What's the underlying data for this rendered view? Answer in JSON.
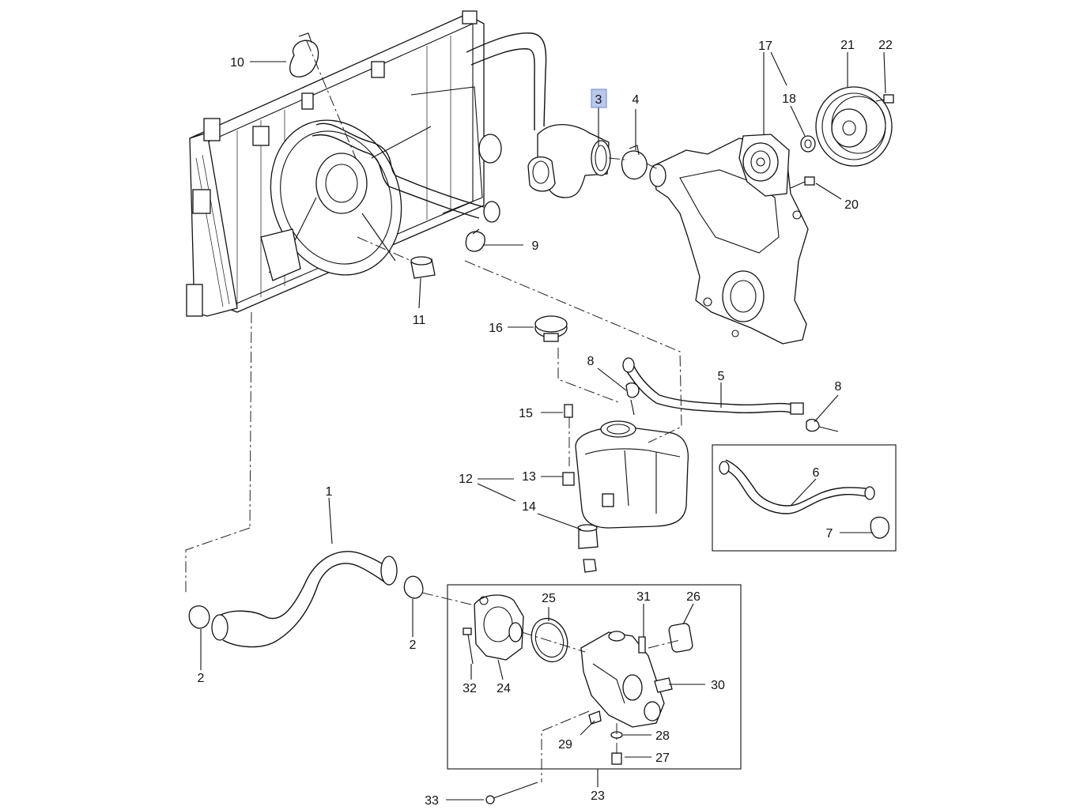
{
  "callouts": {
    "c1": "1",
    "c2a": "2",
    "c2b": "2",
    "c3": "3",
    "c4": "4",
    "c5": "5",
    "c6": "6",
    "c7": "7",
    "c8a": "8",
    "c8b": "8",
    "c9": "9",
    "c10": "10",
    "c11": "11",
    "c12": "12",
    "c13": "13",
    "c14": "14",
    "c15": "15",
    "c16": "16",
    "c17": "17",
    "c18": "18",
    "c20": "20",
    "c21": "21",
    "c22": "22",
    "c23": "23",
    "c24": "24",
    "c25": "25",
    "c26": "26",
    "c27": "27",
    "c28": "28",
    "c29": "29",
    "c30": "30",
    "c31": "31",
    "c32": "32",
    "c33": "33"
  },
  "highlight_color": "#b9c9ee"
}
